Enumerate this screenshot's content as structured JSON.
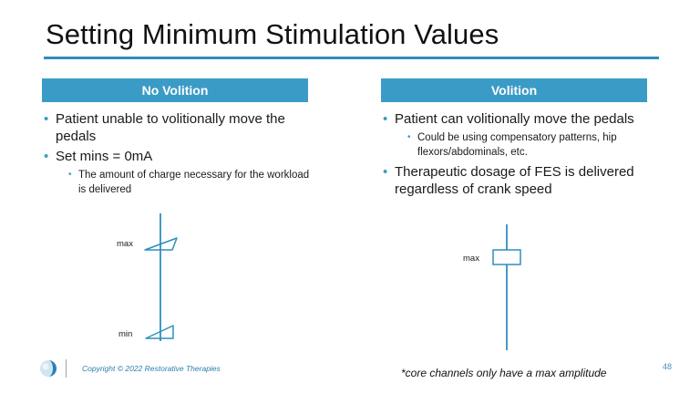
{
  "slide": {
    "title": "Setting Minimum Stimulation Values",
    "accent_color": "#3b9bc7",
    "left": {
      "header": "No Volition",
      "bullets": [
        {
          "text": "Patient unable to volitionally move the pedals"
        },
        {
          "text": "Set mins = 0mA",
          "sub": [
            "The amount of charge necessary for the workload is delivered"
          ]
        }
      ],
      "diagram": {
        "max_label": "max",
        "min_label": "min"
      }
    },
    "right": {
      "header": "Volition",
      "bullets": [
        {
          "text": "Patient can volitionally move the pedals",
          "sub": [
            "Could be using compensatory patterns, hip flexors/abdominals, etc."
          ]
        },
        {
          "text": "Therapeutic dosage of FES is delivered regardless of crank speed"
        }
      ],
      "diagram": {
        "max_label": "max"
      }
    },
    "footer": {
      "copyright": "Copyright © 2022 Restorative Therapies",
      "footnote": "*core channels only have a max amplitude",
      "page_number": "48",
      "logo_icon": "restorative-therapies-logo-icon"
    }
  }
}
